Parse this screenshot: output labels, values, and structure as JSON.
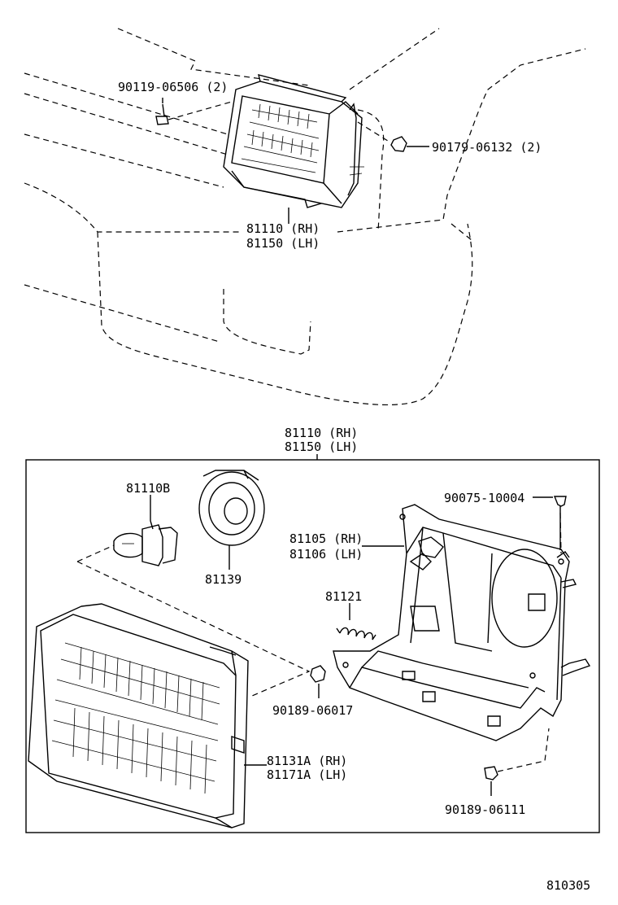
{
  "diagram_id": "810305",
  "labels": {
    "bolt_top": "90119-06506 (2)",
    "nut_top": "90179-06132 (2)",
    "assy_top_rh": "81110 (RH)",
    "assy_top_lh": "81150 (LH)",
    "assy_box_rh": "81110 (RH)",
    "assy_box_lh": "81150 (LH)",
    "bulb": "81110B",
    "socket": "81139",
    "clip": "90075-10004",
    "housing_rh": "81105 (RH)",
    "housing_lh": "81106 (LH)",
    "spring": "81121",
    "retainer_left": "90189-06017",
    "lens_rh": "81131A (RH)",
    "lens_lh": "81171A (LH)",
    "retainer_bottom": "90189-06111"
  }
}
